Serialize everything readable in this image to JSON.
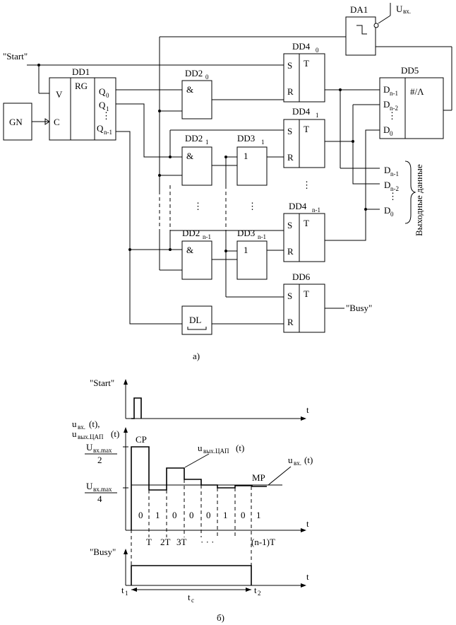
{
  "circuit": {
    "input_u": "U",
    "input_u_sub": "вх.",
    "start": "\"Start\"",
    "busy": "\"Busy\"",
    "output_data": "Выходные данные",
    "gn": "GN",
    "dd1": "DD1",
    "rg": "RG",
    "v": "V",
    "c": "C",
    "q": "Q",
    "q0_sub": "0",
    "q1_sub": "1",
    "qn_sub": "n-1",
    "dd2": "DD2",
    "dd3": "DD3",
    "dd4": "DD4",
    "dd5": "DD5",
    "dd6": "DD6",
    "da1": "DA1",
    "dl": "DL",
    "sub0": "0",
    "sub1": "1",
    "subn": "n-1",
    "and_sym": "&",
    "one": "1",
    "s": "S",
    "r": "R",
    "t": "T",
    "dac": "#/Λ",
    "d": "D",
    "d_n1": "n-1",
    "d_n2": "n-2",
    "d_0": "0",
    "dots_v": "⋮",
    "caption": "а)"
  },
  "timing": {
    "start": "\"Start\"",
    "busy": "\"Busy\"",
    "t_axis": "t",
    "u_in_label": "u",
    "u_in_sub": "вх.",
    "u_in_suffix": "(t),",
    "u_dac_label": "u",
    "u_dac_sub": "вых.ЦАП",
    "u_dac_suffix": "(t)",
    "umax": "U",
    "umax_sub": "вх.max",
    "div2": "2",
    "div4": "4",
    "cp": "CP",
    "mp": "MP",
    "bits": [
      "0",
      "1",
      "0",
      "0",
      "0",
      "1",
      "0",
      "1"
    ],
    "ticks": [
      "T",
      "2T",
      "3T",
      "· · ·",
      "(n-1)T"
    ],
    "t1": "t",
    "t1_sub": "1",
    "t2": "t",
    "t2_sub": "2",
    "tc": "t",
    "tc_sub": "c",
    "caption": "б)"
  }
}
